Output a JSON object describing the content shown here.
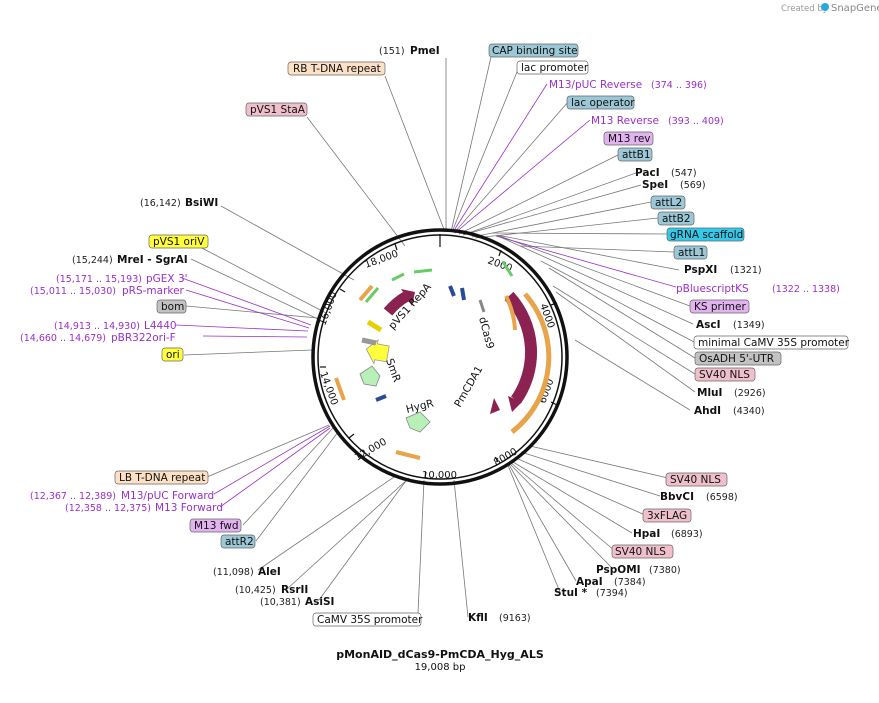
{
  "header": {
    "created_by": "Created by",
    "brand": "SnapGene"
  },
  "plasmid": {
    "name": "pMonAID_dCas9-PmCDA_Hyg_ALS",
    "size": "19,008 bp"
  },
  "ruler": [
    {
      "text": "2000"
    },
    {
      "text": "4000"
    },
    {
      "text": "6000"
    },
    {
      "text": "8000"
    },
    {
      "text": "10,000"
    },
    {
      "text": "12,000"
    },
    {
      "text": "14,000"
    },
    {
      "text": "16,000"
    },
    {
      "text": "18,000"
    }
  ],
  "features": [
    {
      "text": "CAP binding site",
      "fill": "#9bc7d6"
    },
    {
      "text": "lac promoter",
      "fill": "#ffffff"
    },
    {
      "text": "lac operator",
      "fill": "#9bc7d6"
    },
    {
      "text": "M13 rev",
      "fill": "#e2b3ef"
    },
    {
      "text": "attB1",
      "fill": "#9bc7d6"
    },
    {
      "text": "attL2",
      "fill": "#9bc7d6"
    },
    {
      "text": "attB2",
      "fill": "#9bc7d6"
    },
    {
      "text": "gRNA scaffold",
      "fill": "#33c9ea"
    },
    {
      "text": "attL1",
      "fill": "#9bc7d6"
    },
    {
      "text": "KS primer",
      "fill": "#e2b3ef"
    },
    {
      "text": "minimal CaMV 35S promoter",
      "fill": "#ffffff"
    },
    {
      "text": "OsADH 5'-UTR",
      "fill": "#c2c2c2"
    },
    {
      "text": "SV40 NLS",
      "fill": "#efc0cc"
    },
    {
      "text": "SV40 NLS",
      "fill": "#efc0cc"
    },
    {
      "text": "3xFLAG",
      "fill": "#efc0cc"
    },
    {
      "text": "SV40 NLS",
      "fill": "#efc0cc"
    },
    {
      "text": "RB T-DNA repeat",
      "fill": "#fde1c6"
    },
    {
      "text": "pVS1 StaA",
      "fill": "#efc0cc"
    },
    {
      "text": "pVS1 oriV",
      "fill": "#ffff3c"
    },
    {
      "text": "bom",
      "fill": "#c2c2c2"
    },
    {
      "text": "ori",
      "fill": "#ffff3c"
    },
    {
      "text": "LB T-DNA repeat",
      "fill": "#fde1c6"
    },
    {
      "text": "M13 fwd",
      "fill": "#e2b3ef"
    },
    {
      "text": "attR2",
      "fill": "#9bc7d6"
    },
    {
      "text": "CaMV 35S promoter",
      "fill": "#ffffff"
    }
  ],
  "enzymes": [
    {
      "name": "PmeI",
      "pos": "(151)"
    },
    {
      "name": "PacI",
      "pos": "(547)"
    },
    {
      "name": "SpeI",
      "pos": "(569)"
    },
    {
      "name": "PspXI",
      "pos": "(1321)"
    },
    {
      "name": "AscI",
      "pos": "(1349)"
    },
    {
      "name": "MluI",
      "pos": "(2926)"
    },
    {
      "name": "AhdI",
      "pos": "(4340)"
    },
    {
      "name": "BbvCI",
      "pos": "(6598)"
    },
    {
      "name": "HpaI",
      "pos": "(6893)"
    },
    {
      "name": "PspOMI",
      "pos": "(7380)"
    },
    {
      "name": "ApaI",
      "pos": "(7384)"
    },
    {
      "name": "StuI *",
      "pos": "(7394)"
    },
    {
      "name": "KflI",
      "pos": "(9163)"
    },
    {
      "name": "AsiSI",
      "pos": "(10,381)"
    },
    {
      "name": "RsrII",
      "pos": "(10,425)"
    },
    {
      "name": "AleI",
      "pos": "(11,098)"
    },
    {
      "name": "MreI  - SgrAI",
      "pos": "(15,244)"
    },
    {
      "name": "BsiWI",
      "pos": "(16,142)"
    }
  ],
  "primers": [
    {
      "name": "M13/pUC Reverse",
      "pos": "(374 .. 396)"
    },
    {
      "name": "M13 Reverse",
      "pos": "(393 .. 409)"
    },
    {
      "name": "pBluescriptKS",
      "pos": "(1322 .. 1338)"
    },
    {
      "name": "pGEX 3'",
      "pos": "(15,171 .. 15,193)"
    },
    {
      "name": "pRS-marker",
      "pos": "(15,011 .. 15,030)"
    },
    {
      "name": "L4440",
      "pos": "(14,913 .. 14,930)"
    },
    {
      "name": "pBR322ori-F",
      "pos": "(14,660 .. 14,679)"
    },
    {
      "name": "M13/pUC Forward",
      "pos": "(12,367 .. 12,389)"
    },
    {
      "name": "M13 Forward",
      "pos": "(12,358 .. 12,375)"
    }
  ],
  "arc_labels": [
    {
      "text": "pVS1 RepA"
    },
    {
      "text": "dCas9"
    },
    {
      "text": "PmCDA1"
    },
    {
      "text": "SmR"
    },
    {
      "text": "HygR"
    }
  ]
}
